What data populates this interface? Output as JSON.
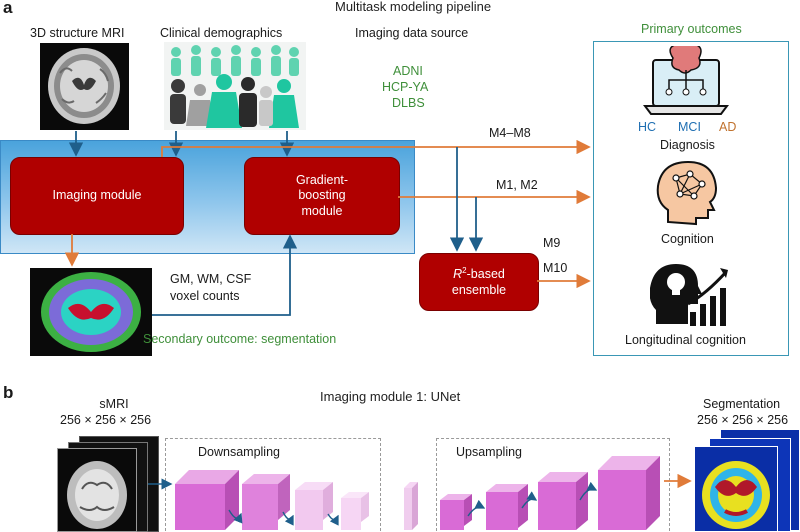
{
  "panel_a": {
    "letter": "a",
    "title": "Multitask modeling pipeline",
    "inputs": {
      "mri_label": "3D structure MRI",
      "demographics_label": "Clinical demographics",
      "imaging_source_label": "Imaging data source",
      "sources": [
        "ADNI",
        "HCP-YA",
        "DLBS"
      ]
    },
    "modules": {
      "imaging": "Imaging module",
      "gradient_line1": "Gradient-",
      "gradient_line2": "boosting",
      "gradient_line3": "module",
      "ensemble_prefix": "R",
      "ensemble_sup": "2",
      "ensemble_suffix": "-based",
      "ensemble_line2": "ensemble"
    },
    "connectors": {
      "m4_m8": "M4–M8",
      "m1_m2": "M1, M2",
      "m9": "M9",
      "m10": "M10",
      "counts_line1": "GM, WM, CSF",
      "counts_line2": "voxel counts"
    },
    "secondary_outcome": "Secondary outcome: segmentation",
    "primary_outcomes": {
      "title": "Primary outcomes",
      "dx_classes": [
        "HC",
        "MCI",
        "AD"
      ],
      "diagnosis": "Diagnosis",
      "cognition": "Cognition",
      "longitudinal": "Longitudinal cognition"
    }
  },
  "panel_b": {
    "letter": "b",
    "title": "Imaging module 1: UNet",
    "input_line1": "sMRI",
    "input_line2": "256 × 256 × 256",
    "output_line1": "Segmentation",
    "output_line2": "256 × 256 × 256",
    "downsampling": "Downsampling",
    "upsampling": "Upsampling"
  },
  "colors": {
    "module_red": "#b00000",
    "arrow_orange": "#e07b39",
    "arrow_blue": "#1f5f8b",
    "outline_teal": "#3a97b5",
    "text_green": "#3f8f3a",
    "cube_magenta": "#d96bd6"
  },
  "icons": [
    "brain-laptop-icon",
    "head-network-icon",
    "head-lightbulb-chart-icon",
    "people-icon"
  ]
}
